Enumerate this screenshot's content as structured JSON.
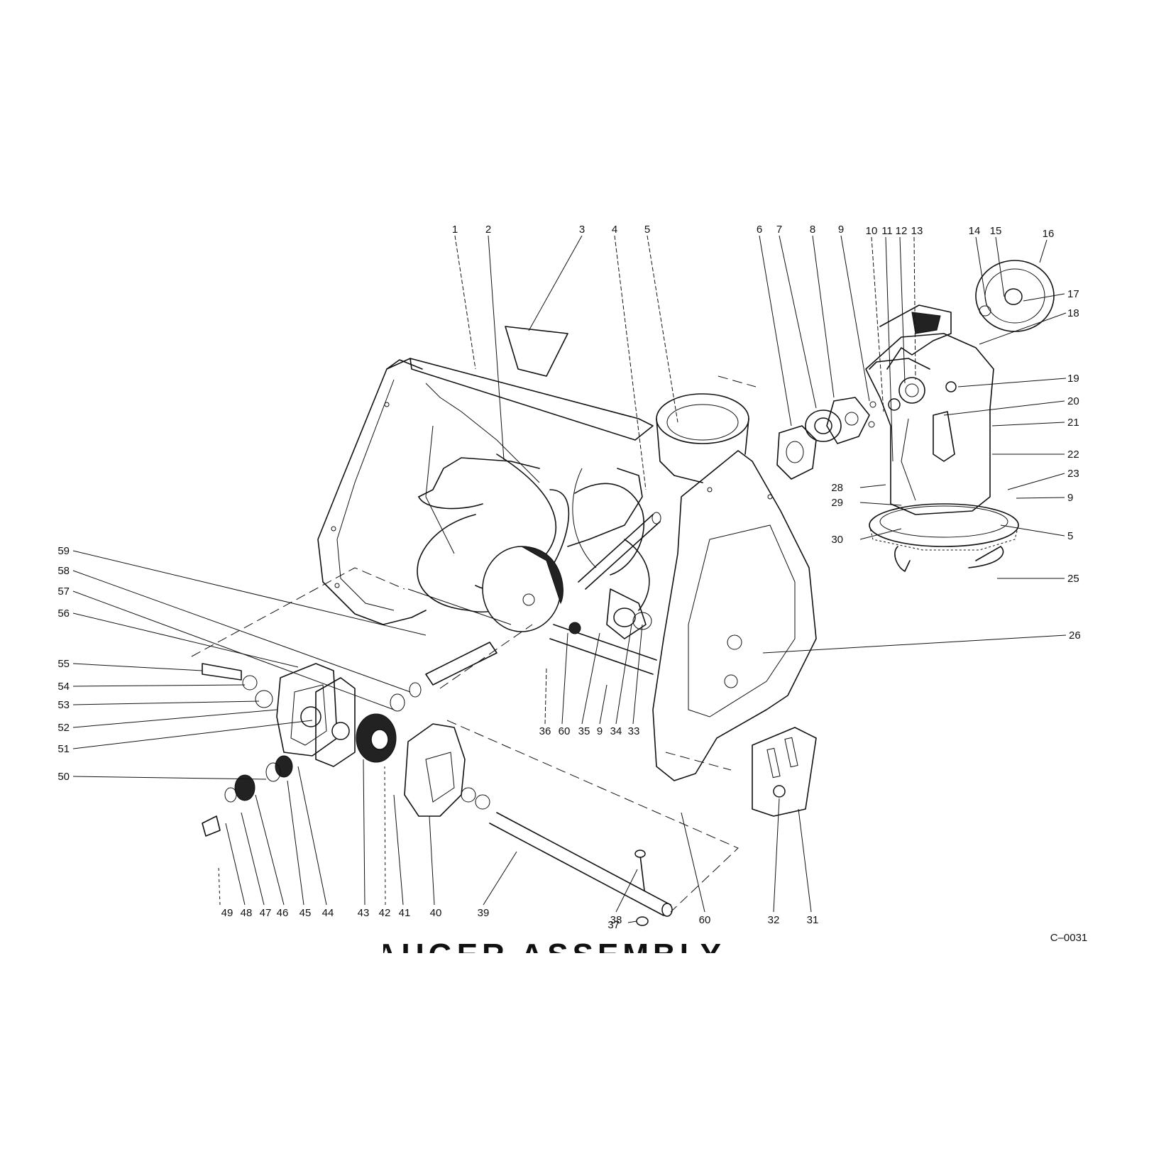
{
  "diagram": {
    "drawing_code": "C–0031",
    "title_fragment": "AUGER ASSEMBLY",
    "colors": {
      "ink": "#111111",
      "paper": "#ffffff"
    },
    "callouts": [
      "1",
      "2",
      "3",
      "4",
      "5",
      "6",
      "7",
      "8",
      "9",
      "10",
      "11",
      "12",
      "13",
      "14",
      "15",
      "16",
      "17",
      "18",
      "19",
      "20",
      "21",
      "22",
      "23",
      "9",
      "5",
      "25",
      "26",
      "28",
      "29",
      "30",
      "59",
      "58",
      "57",
      "56",
      "55",
      "54",
      "53",
      "52",
      "51",
      "50",
      "36",
      "60",
      "35",
      "9",
      "34",
      "33",
      "49",
      "48",
      "47",
      "46",
      "45",
      "44",
      "43",
      "42",
      "41",
      "40",
      "39",
      "38",
      "37",
      "60",
      "32",
      "31"
    ]
  }
}
